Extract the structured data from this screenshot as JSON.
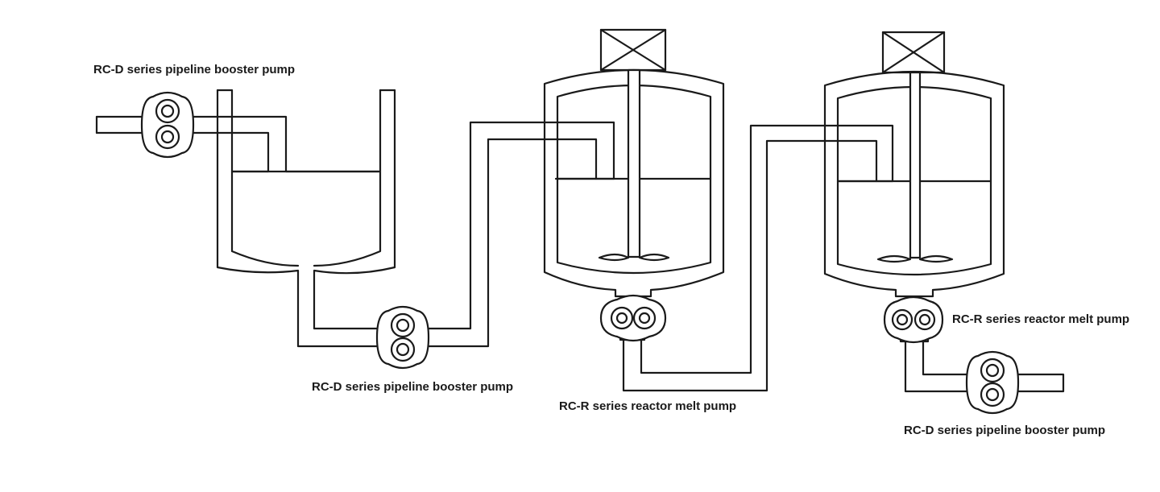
{
  "labels": {
    "inlet_pump": "RC-D series pipeline booster pump",
    "transfer_pump": "RC-D series pipeline booster pump",
    "reactor1_pump": "RC-R series reactor melt pump",
    "reactor2_pump": "RC-R series reactor melt pump",
    "outlet_pump": "RC-D series pipeline booster pump"
  }
}
